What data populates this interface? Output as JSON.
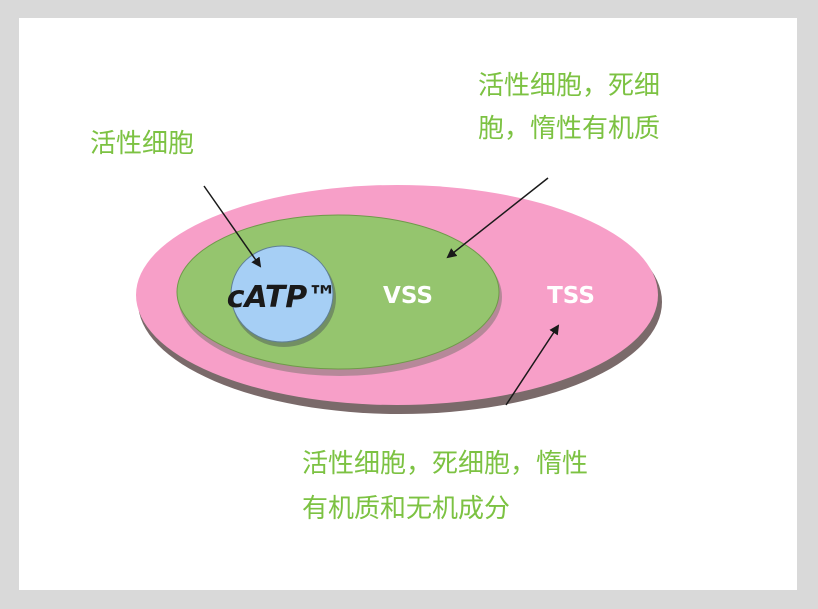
{
  "diagram": {
    "labels": {
      "inner_note": "活性细胞",
      "middle_note_line1": "活性细胞，死细",
      "middle_note_line2": "胞，惰性有机质",
      "outer_note_line1": "活性细胞，死细胞，惰性",
      "outer_note_line2": "有机质和无机成分"
    },
    "regions": {
      "catp": "cATP™",
      "vss": "VSS",
      "tss": "TSS"
    },
    "colors": {
      "label_green": "#7cc242",
      "tss_fill": "#f79fc8",
      "tss_shadow": "#7a6a6a",
      "vss_fill": "#95c56e",
      "catp_fill": "#a6cff5",
      "catp_text": "#1a1a1a",
      "region_text": "#ffffff",
      "arrow": "#1a1a1a"
    }
  }
}
